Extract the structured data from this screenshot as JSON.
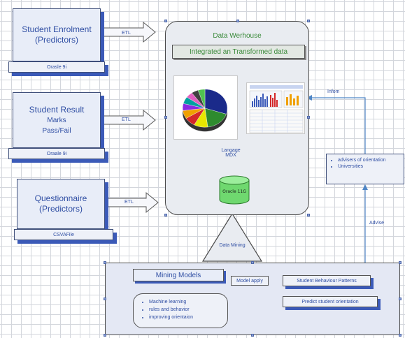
{
  "sources": [
    {
      "title_lines": [
        "Student Enrolment",
        "(Predictors)"
      ],
      "db": "Orasle 9i",
      "etl": "ETL"
    },
    {
      "title_lines": [
        "Student Result",
        "Marks",
        "Pass/Fail"
      ],
      "db": "Oraale 9i",
      "etl": "ETL"
    },
    {
      "title_lines": [
        "Questionnaire",
        "(Predictors)"
      ],
      "db": "CSVAFile",
      "etl": "ETL"
    }
  ],
  "warehouse": {
    "title": "Data Werhouse",
    "subtitle": "Integrated an Transformed data",
    "language_lines": [
      "Langage",
      "MDX"
    ],
    "db_label": "Oracle 11G"
  },
  "links": {
    "inform": "Infom",
    "advise": "Advise",
    "data_mining": "Data Mining",
    "model_apply": "Model apply"
  },
  "advisers": {
    "items": [
      "advisers of orientation",
      "Universities"
    ]
  },
  "mining": {
    "title": "Mining Models",
    "items": [
      "Machine learning",
      "rules and behavior",
      "improving orientaion"
    ],
    "pattern_boxes": [
      "Student Behaviour Patterns",
      "Predict student orientation"
    ]
  },
  "colors": {
    "label_blue": "#2f4ea3",
    "accent_green": "#3a8a3a",
    "shadow_blue": "#3b5ab8",
    "connector": "#4f86c6"
  },
  "pie_colors": [
    "#1a2a8a",
    "#2e8b2e",
    "#e8e800",
    "#d42828",
    "#f0a000",
    "#8a2be2",
    "#00a0a0",
    "#e060c0",
    "#404040",
    "#50c050"
  ]
}
